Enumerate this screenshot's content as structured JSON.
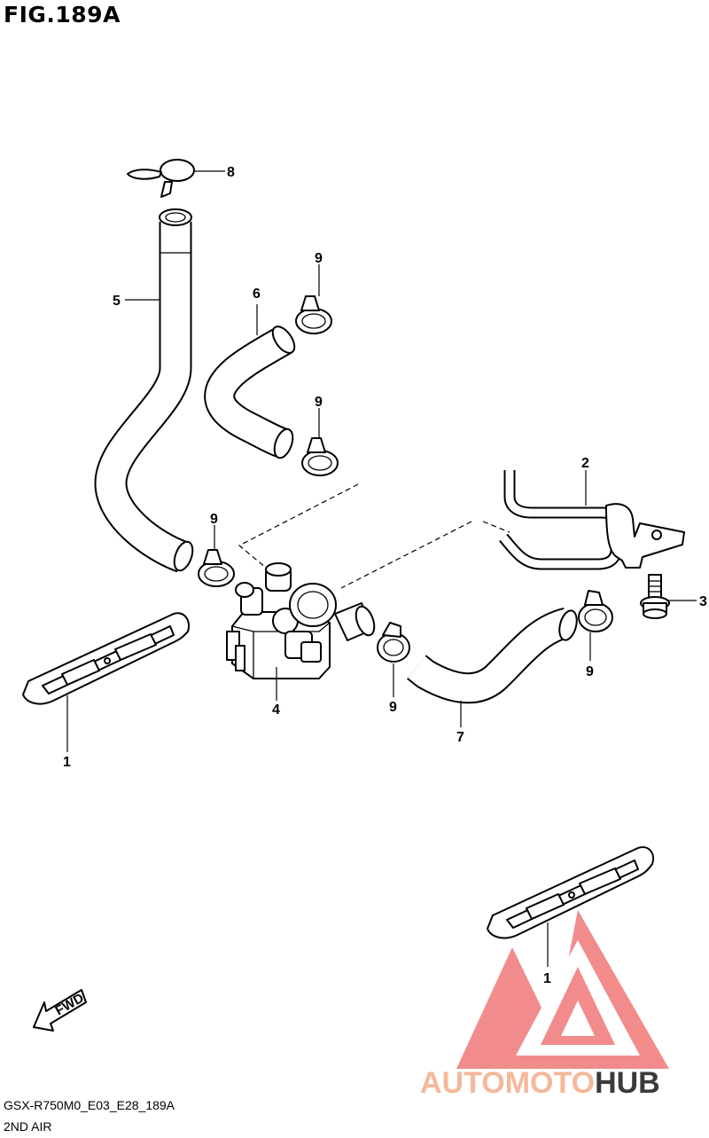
{
  "figure": {
    "title": "FIG.189A",
    "code": "GSX-R750M0_E03_E28_189A",
    "name": "2ND AIR"
  },
  "callouts": {
    "p1_top": "1",
    "p1_bottom": "1",
    "p2": "2",
    "p3": "3",
    "p4": "4",
    "p5": "5",
    "p6": "6",
    "p7": "7",
    "p8": "8",
    "p9_a": "9",
    "p9_b": "9",
    "p9_c": "9",
    "p9_d": "9",
    "p9_e": "9"
  },
  "fwd_label": "FWD",
  "watermark": {
    "text_left": "AUTOMOTO",
    "text_right": "HUB",
    "color_left": "#f5b89a",
    "color_right": "#3a3a3a",
    "logo_color": "#f07878"
  },
  "icons": {
    "fwd": "fwd-arrow-icon",
    "logo": "automotohub-logo-icon"
  }
}
